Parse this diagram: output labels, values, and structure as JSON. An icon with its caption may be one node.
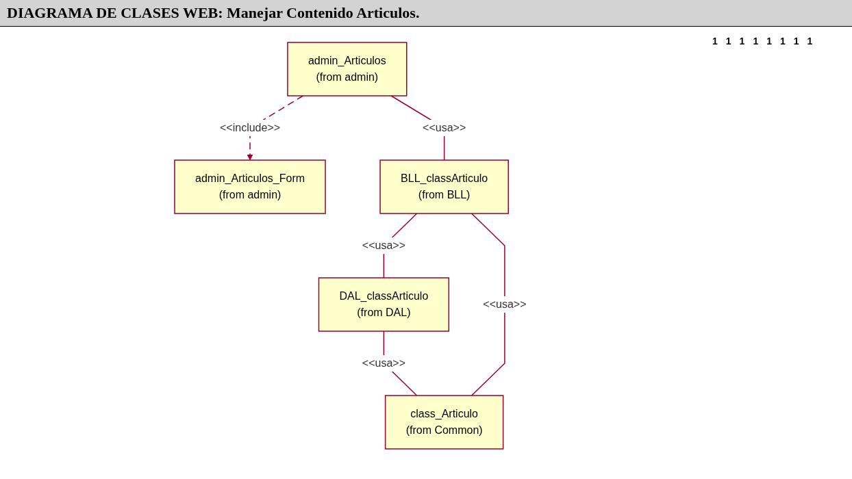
{
  "diagram": {
    "title": "DIAGRAMA DE CLASES WEB: Manejar Contenido Articulos.",
    "nodes": [
      {
        "text": [
          "admin_Articulos",
          "(from admin)"
        ]
      },
      {
        "text": [
          "admin_Articulos_Form",
          "(from admin)"
        ]
      },
      {
        "text": [
          "BLL_classArticulo",
          "(from BLL)"
        ]
      },
      {
        "text": [
          "DAL_classArticulo",
          "(from DAL)"
        ]
      },
      {
        "text": [
          "class_Articulo",
          "(from Common)"
        ]
      }
    ],
    "edges": [
      {
        "from": 0,
        "to": 1,
        "arrow": "to",
        "style": "dashed",
        "label": "<<include>>"
      },
      {
        "from": 0,
        "to": 2,
        "arrow": "none",
        "label": "<<usa>>"
      },
      {
        "from": 2,
        "to": 3,
        "arrow": "none",
        "label": "<<usa>>"
      },
      {
        "from": 3,
        "to": 4,
        "arrow": "none",
        "label": "<<usa>>"
      },
      {
        "from": 2,
        "to": 4,
        "arrow": "none",
        "label": "<<usa>>"
      }
    ],
    "labels": [
      "1",
      "1",
      "1",
      "1",
      "1",
      "1",
      "1",
      "1"
    ]
  }
}
